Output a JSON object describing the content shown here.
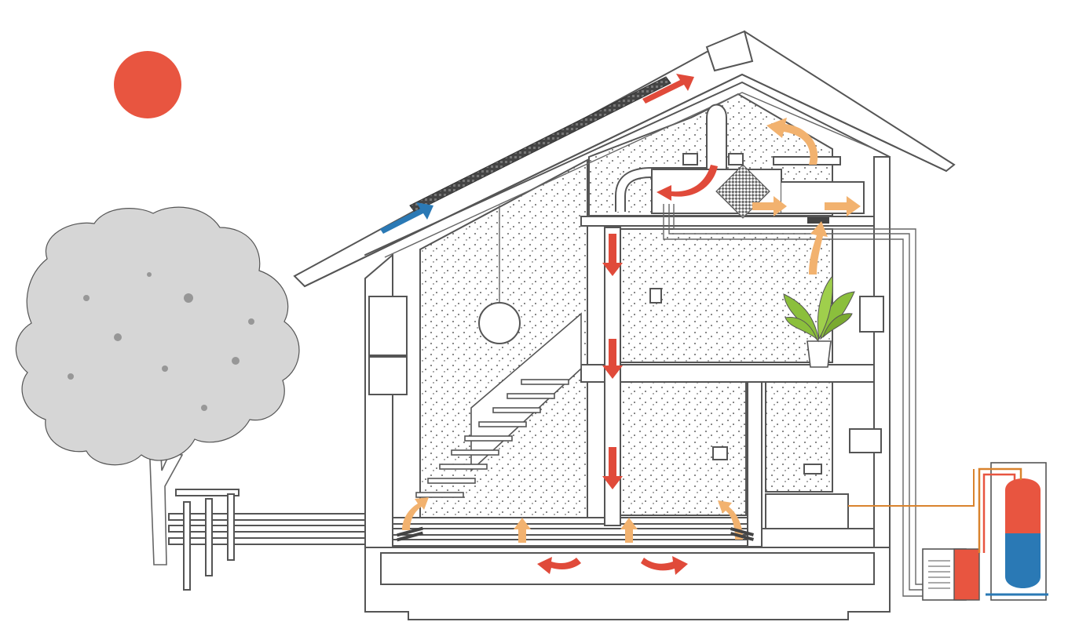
{
  "diagram": {
    "type": "house-cross-section-ventilation",
    "elements": [
      "sun-icon",
      "tree-icon",
      "deck",
      "roof-solar-panel",
      "ventilation-unit",
      "ducts",
      "plant-icon",
      "heat-pump-outdoor-unit",
      "hot-water-tank"
    ],
    "colors": {
      "sun": "#e85540",
      "warm_air": "#e04a3a",
      "fresh_air": "#f2b26f",
      "cold_air": "#2a79b5",
      "tank_hot": "#e85540",
      "tank_cold": "#2a79b5",
      "outline": "#555555",
      "tree": "#d6d6d6",
      "plant": "#8bbf3c",
      "pipe_hot": "#d9832e"
    },
    "airflow": {
      "roof_intake_arrow": "cold-air-blue",
      "roof_outlet_arrow": "warm-air-red",
      "duct_down_arrows": 3,
      "floor_up_arrows": 4,
      "underfloor_side_arrows": 2
    }
  }
}
